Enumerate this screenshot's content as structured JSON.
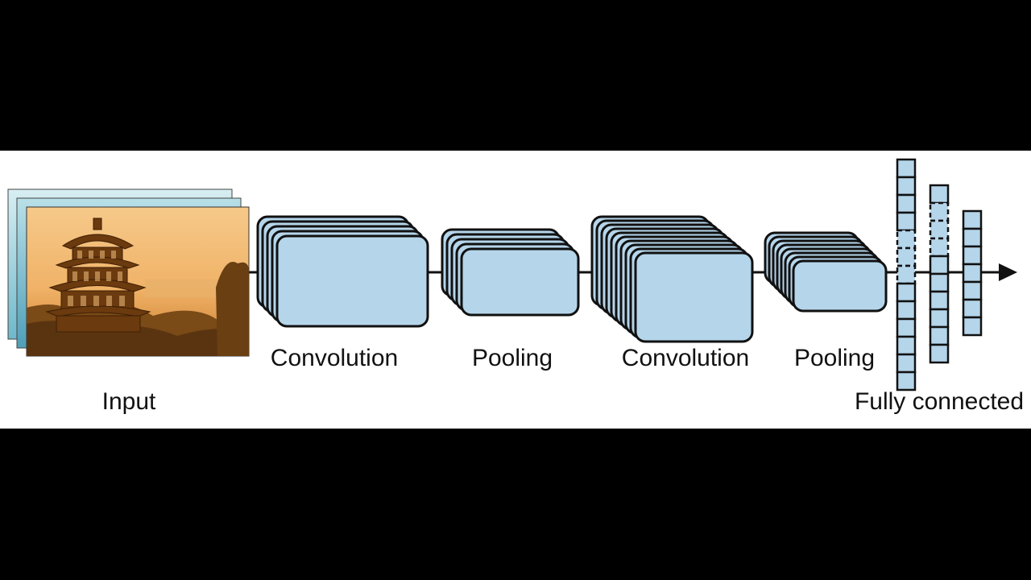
{
  "stages": [
    {
      "key": "input",
      "label": "Input"
    },
    {
      "key": "conv1",
      "label": "Convolution"
    },
    {
      "key": "pool1",
      "label": "Pooling"
    },
    {
      "key": "conv2",
      "label": "Convolution"
    },
    {
      "key": "pool2",
      "label": "Pooling"
    },
    {
      "key": "fc",
      "label": "Fully connected"
    }
  ],
  "colors": {
    "feature_map_fill": "#b5d5ea",
    "outline": "#111111",
    "input_photo_tint": "#e2a04a",
    "input_back_layers": [
      "#7ec3d2",
      "#5aa7bf"
    ]
  }
}
